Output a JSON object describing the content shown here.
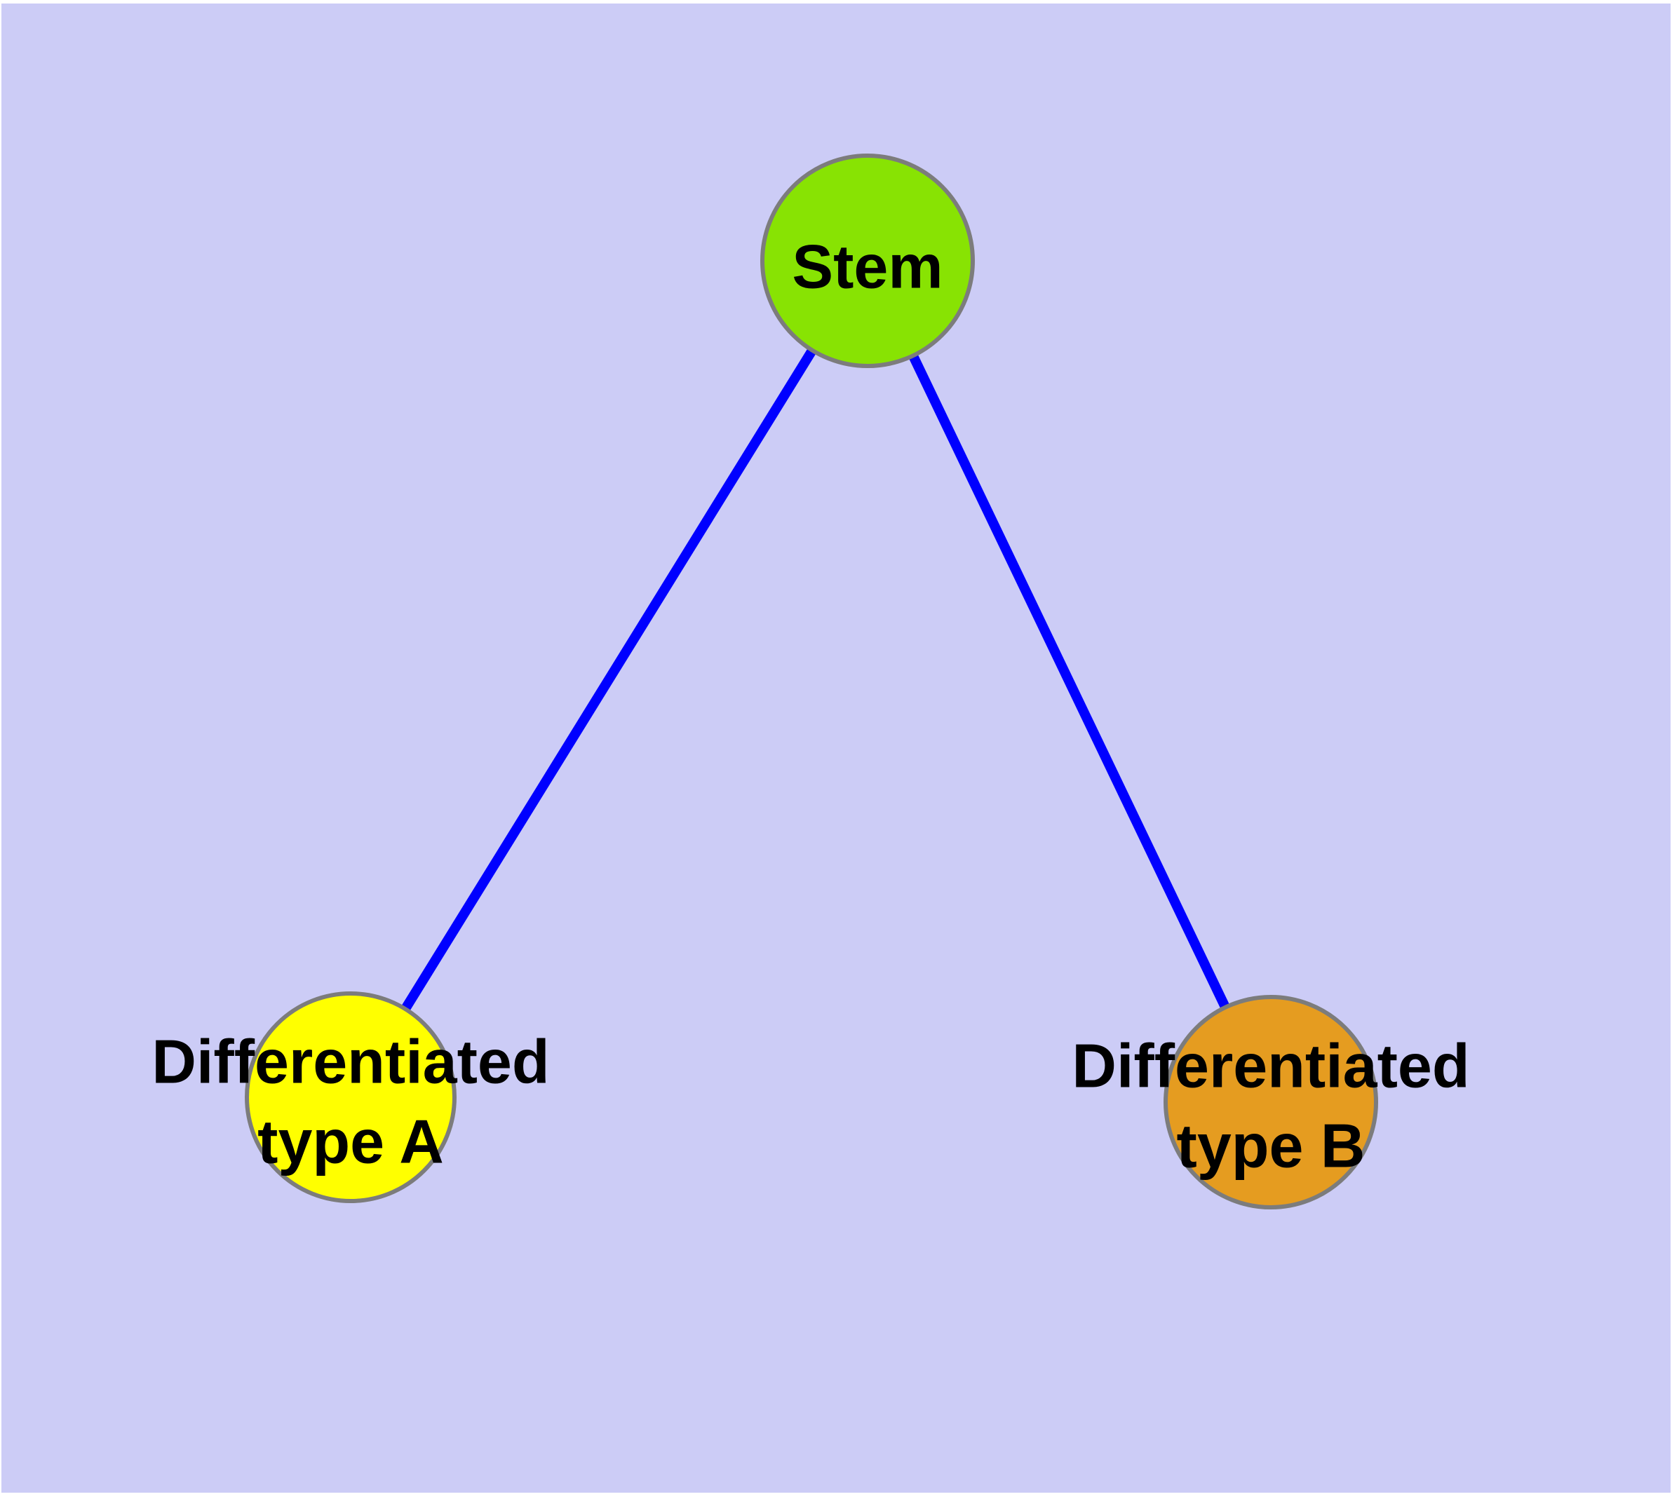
{
  "canvas": {
    "background_color": "#ccccf6",
    "margin_color": "#ffffff"
  },
  "graph": {
    "edge_color": "#0000ff",
    "node_border_color": "#7c7c7c",
    "label_color": "#000000",
    "nodes": {
      "stem": {
        "label": "Stem",
        "fill": "#88e303"
      },
      "type_a": {
        "label_line1": "Differentiated",
        "label_line2": "type A",
        "fill": "#ffff00"
      },
      "type_b": {
        "label_line1": "Differentiated",
        "label_line2": "type B",
        "fill": "#e59c20"
      }
    },
    "edges": [
      {
        "from": "stem",
        "to": "type_a"
      },
      {
        "from": "stem",
        "to": "type_b"
      }
    ]
  }
}
